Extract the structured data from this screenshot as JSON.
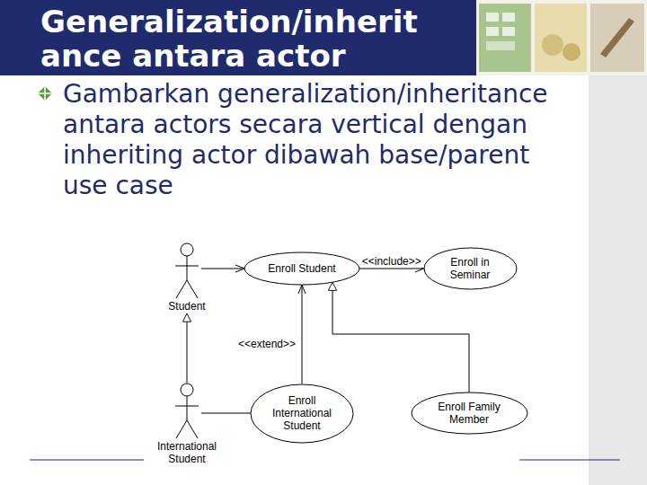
{
  "diagram": {
    "title": "Generalization/inherit ance antara actor",
    "nodes": [
      {
        "text": [
          "Student"
        ]
      },
      {
        "text": [
          "Enroll Student"
        ]
      },
      {
        "text": [
          "Enroll in Seminar"
        ]
      },
      {
        "text": [
          "International Student"
        ]
      },
      {
        "text": [
          "Enroll International Student"
        ]
      },
      {
        "text": [
          "Enroll Family Member"
        ]
      }
    ],
    "edges": [
      {
        "from": 0,
        "to": 1,
        "arrow": "to"
      },
      {
        "from": 1,
        "to": 2,
        "label": "<<include>>",
        "arrow": "to"
      },
      {
        "from": 3,
        "to": 0,
        "arrow": "to"
      },
      {
        "from": 3,
        "to": 4,
        "arrow": "none"
      },
      {
        "from": 4,
        "to": 1,
        "label": "<<extend>>",
        "arrow": "to"
      },
      {
        "from": 5,
        "to": 1,
        "arrow": "to"
      }
    ],
    "labels": [
      "Gambarkan generalization/inheritance antara actors secara vertical dengan inheriting actor dibawah base/parent use case"
    ]
  }
}
